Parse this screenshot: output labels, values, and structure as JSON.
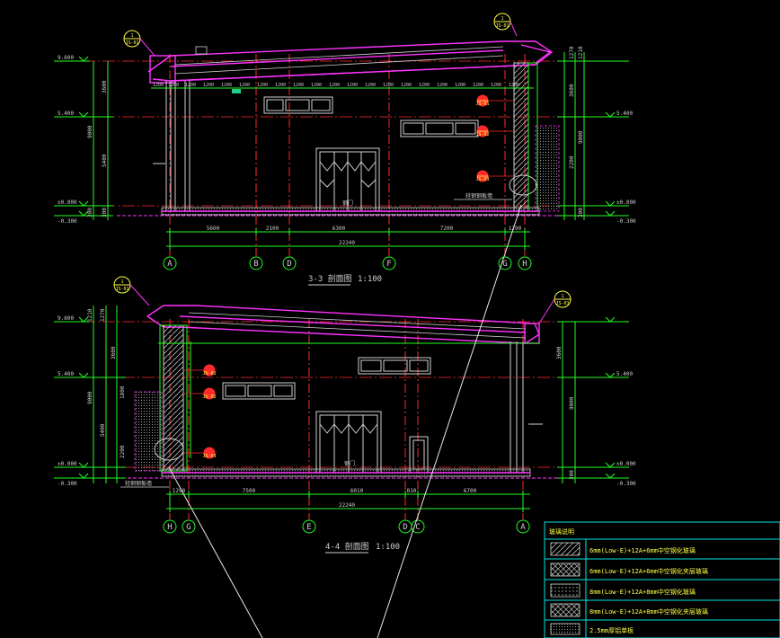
{
  "colors": {
    "background": "#000000",
    "wall": "#cfcfcf",
    "grid_red": "#ff2a2a",
    "dim_green": "#22ff22",
    "roof_magenta": "#ff33ff",
    "legend_cyan": "#00e5e5",
    "note_yellow": "#ffff44"
  },
  "section_33": {
    "title": "3-3 剖面图",
    "scale": "1:100",
    "axes": [
      "A",
      "B",
      "D",
      "F",
      "G",
      "H"
    ],
    "spans": [
      "5600",
      "2100",
      "6300",
      "7200",
      "1290"
    ],
    "total": "22240",
    "levels_left": [
      "9.600",
      "5.400",
      "±0.000",
      "-0.300"
    ],
    "levels_right": [
      "5.400",
      "±0.000",
      "-0.300"
    ],
    "left_dims": [
      "3600",
      "5400",
      "9000",
      "300",
      "300"
    ],
    "right_dims": [
      "1210",
      "1270",
      "3600",
      "9000",
      "2200",
      "300"
    ],
    "roof_dims": [
      "1200",
      "1200",
      "1200",
      "1200",
      "1200",
      "1200",
      "1200",
      "1200",
      "1200",
      "1200",
      "1200",
      "1200",
      "1200",
      "1200",
      "1200",
      "1200",
      "1200",
      "1200",
      "1200",
      "1200",
      "1200"
    ],
    "door_label": "钢门",
    "note": "轻钢钢板墙"
  },
  "section_44": {
    "title": "4-4 剖面图",
    "scale": "1:100",
    "axes": [
      "H",
      "G",
      "E",
      "D",
      "C",
      "A"
    ],
    "spans": [
      "1290",
      "7500",
      "6010",
      "810",
      "6700"
    ],
    "total": "22240",
    "levels_left": [
      "9.600",
      "5.400",
      "±0.000",
      "-0.300"
    ],
    "levels_right": [
      "5.400",
      "±0.000",
      "-0.300"
    ],
    "left_dims": [
      "1210",
      "1270",
      "3600",
      "5400",
      "9000",
      "2200",
      "1800"
    ],
    "right_dims": [
      "3600",
      "9000",
      "300"
    ],
    "door_label": "钢门",
    "note": "轻钢钢板墙"
  },
  "callouts": [
    "1",
    "JS-01",
    "JS-02",
    "JS-03"
  ],
  "legend": {
    "title": "玻璃说明",
    "items": [
      "6mm(Low-E)+12A+6mm中空钢化玻璃",
      "6mm(Low-E)+12A+6mm中空钢化夹层玻璃",
      "8mm(Low-E)+12A+8mm中空钢化玻璃",
      "8mm(Low-E)+12A+8mm中空钢化夹层玻璃",
      "2.5mm厚铝单板"
    ]
  }
}
